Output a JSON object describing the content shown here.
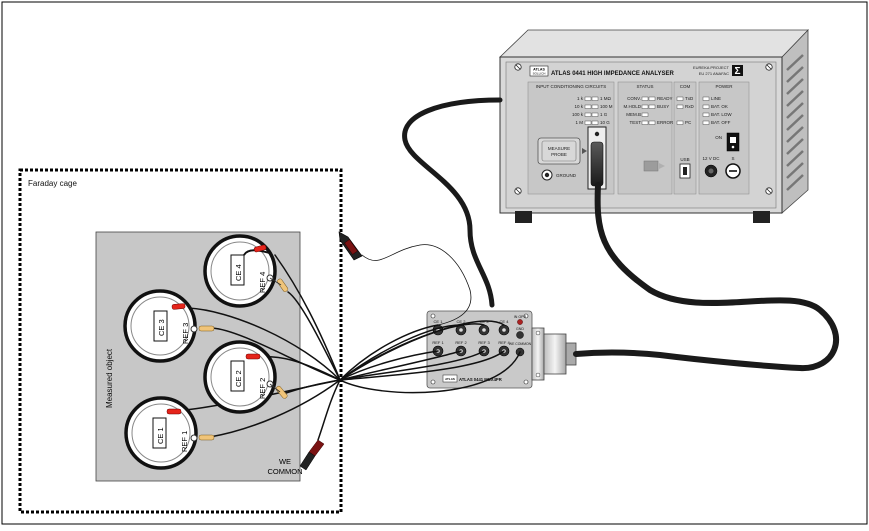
{
  "labels": {
    "faraday_cage": "Faraday cage",
    "measured_object": "Measured object",
    "we_common_line1": "WE",
    "we_common_line2": "COMMON",
    "cells": [
      {
        "ce": "CE 4",
        "ref": "REF 4"
      },
      {
        "ce": "CE 3",
        "ref": "REF 3"
      },
      {
        "ce": "CE 2",
        "ref": "REF 2"
      },
      {
        "ce": "CE 1",
        "ref": "REF 1"
      }
    ]
  },
  "analyser": {
    "brand": "ATLAS",
    "sub_brand": "SOLLICH",
    "title": "ATLAS 0441 HIGH IMPEDANCE ANALYSER",
    "project": "EUREKA PROJECT",
    "project_code": "EU 271 ANAFAC",
    "logo_glyph": "Σ",
    "sections": {
      "input": "INPUT CONDITIONING CIRCUITS",
      "status": "STATUS",
      "com": "COM",
      "power": "POWER"
    },
    "input_rows": [
      {
        "left": "1 k",
        "right": "1 MΩ"
      },
      {
        "left": "10 k",
        "right": "100 M"
      },
      {
        "left": "100 k",
        "right": "1 G"
      },
      {
        "left": "1 M",
        "right": "10 G"
      }
    ],
    "status_rows": [
      {
        "left": "CONV.",
        "right": "READY"
      },
      {
        "left": "M.HOLD",
        "right": "BUSY"
      },
      {
        "left": "MEM.B",
        "right": ""
      },
      {
        "left": "TEST",
        "right": "ERROR"
      }
    ],
    "com_rows": [
      "TxD",
      "RxD",
      "PC"
    ],
    "com_usb": "USB",
    "power_rows": [
      "LINE",
      "BAT. OK",
      "BAT. LOW",
      "BAT. OFF"
    ],
    "power_on": "ON",
    "power_12v": "12 V DC",
    "power_s": "S",
    "measure_probe_line1": "MEASURE",
    "measure_probe_line2": "PROBE",
    "ground": "GROUND"
  },
  "multiplexer": {
    "label_brand": "ATLAS",
    "label": "ATLAS 0441 MUX4PR",
    "top_row": [
      "CE 1",
      "CE 2",
      "CE 3",
      "CE 4"
    ],
    "bottom_row": [
      "REF 1",
      "REF 2",
      "REF 3",
      "REF 4"
    ],
    "status_label": "IN OPR",
    "gnd_label": "GND",
    "we_common": "WE COMMON"
  }
}
